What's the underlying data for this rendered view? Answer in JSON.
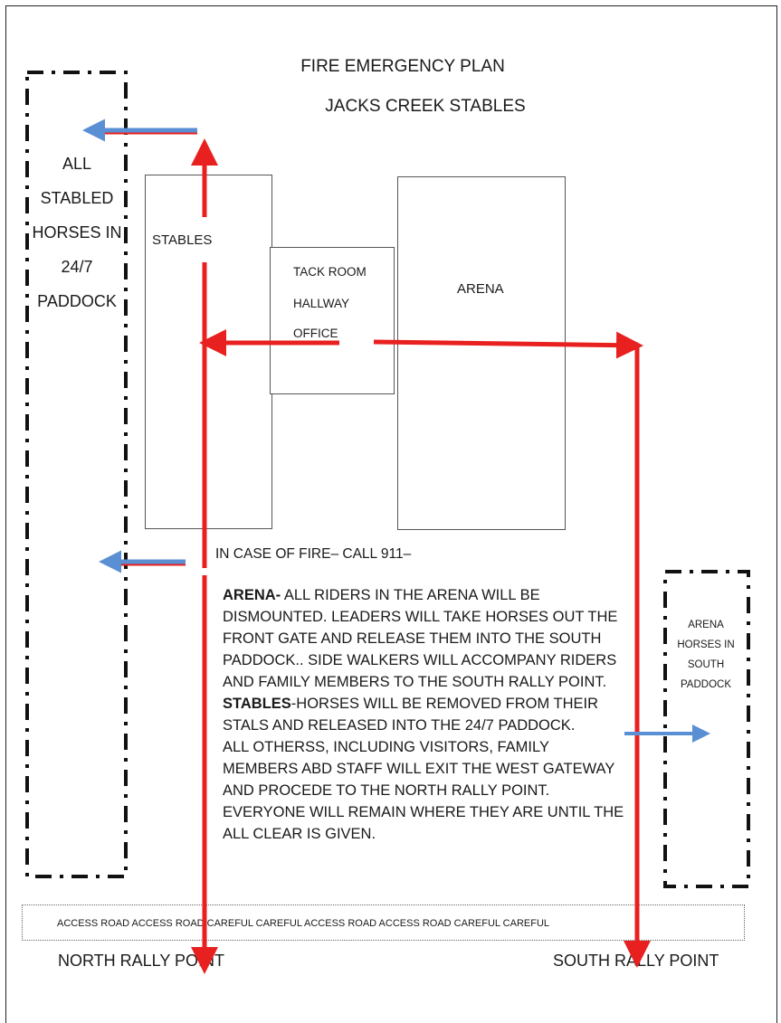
{
  "header": {
    "title": "FIRE EMERGENCY PLAN",
    "subtitle": "JACKS CREEK STABLES"
  },
  "buildings": {
    "stables": "STABLES",
    "tack_room": [
      "TACK ROOM",
      "HALLWAY",
      "OFFICE"
    ],
    "arena": "ARENA"
  },
  "paddocks": {
    "west": [
      "ALL",
      "STABLED",
      "HORSES IN",
      "24/7",
      "PADDOCK"
    ],
    "south": [
      "ARENA",
      "HORSES IN",
      "SOUTH",
      "PADDOCK"
    ]
  },
  "call_notice": "IN CASE OF FIRE– CALL 911–",
  "instructions": {
    "arena_heading": "ARENA-",
    "arena_text": " ALL RIDERS IN THE ARENA WILL BE DISMOUNTED. LEADERS WILL TAKE HORSES OUT THE FRONT GATE AND RELEASE THEM INTO THE SOUTH PADDOCK.. SIDE WALKERS WILL ACCOMPANY RIDERS AND FAMILY MEMBERS TO THE SOUTH RALLY POINT.",
    "stables_heading": "STABLES",
    "stables_text": "-HORSES WILL BE REMOVED FROM THEIR STALS AND RELEASED INTO THE 24/7 PADDOCK.",
    "others_text": "ALL OTHERSS, INCLUDING VISITORS, FAMILY MEMBERS ABD STAFF WILL EXIT THE WEST GATEWAY AND PROCEDE TO THE NORTH RALLY POINT. EVERYONE WILL REMAIN WHERE THEY ARE UNTIL THE ALL CLEAR IS GIVEN."
  },
  "road": {
    "text": "ACCESS ROAD  ACCESS ROAD  CAREFUL  CAREFUL ACCESS ROAD  ACCESS ROAD  CAREFUL  CAREFUL"
  },
  "rally_points": {
    "north": "NORTH RALLY  POINT",
    "south": "SOUTH RALLY  POINT"
  },
  "colors": {
    "route_red": "#e8201f",
    "horse_blue": "#5b8fd4",
    "boundary_black": "#111111"
  }
}
